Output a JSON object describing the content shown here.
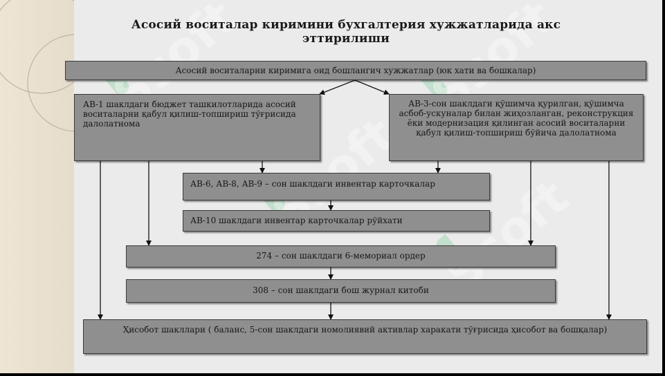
{
  "title_line1": "Асосий воситалар киримини бухгалтерия хужжатларида акс",
  "title_line2": "эттирилиши",
  "boxes": {
    "top": "Асосий воситаларни киримига оид бошлангич хужжатлар (юк хати ва бошкалар)",
    "left": "АВ-1 шаклдаги бюджет ташкилотларида асосий воситаларни қабул қилиш-топшириш тўғрисида далолатнома",
    "right": "АВ-3-сон шаклдаги қўшимча қурилган, қўшимча асбоб-ускуналар билан жиҳозланган, реконструкция ёки модернизация қилинган асосий воситаларни қабул қилиш-топшириш бўйича далолатнома",
    "inv": "АВ-6, АВ-8, АВ-9 – сон шаклдаги  инвентар карточкалар",
    "inv10": "АВ-10 шаклдаги инвентар карточкалар рўйхати",
    "order": "274 – сон шаклдаги 6-мемориал ордер",
    "journal": "308 – сон шаклдаги бош журнал китоби",
    "report": "Ҳисобот шакллари ( баланс, 5-сон шаклдаги номолиявий активлар харакати тўғрисида ҳисобот ва бошқалар)"
  },
  "colors": {
    "box_fill": "#8f8f8f",
    "slide_bg": "#ebebeb",
    "line": "#111111"
  }
}
